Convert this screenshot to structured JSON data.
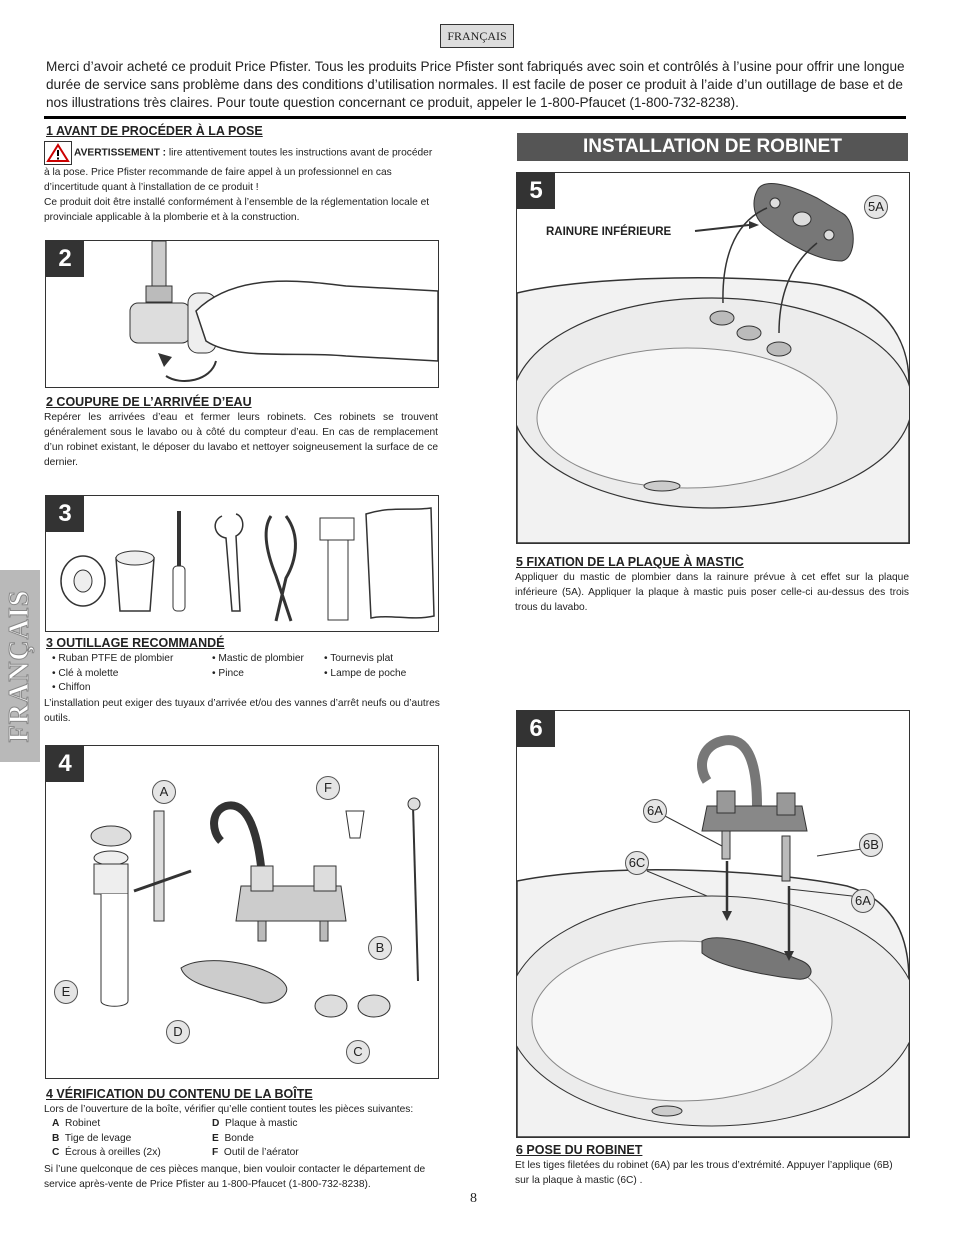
{
  "header": {
    "lang_tag": "FRANÇAIS",
    "intro": "Merci d’avoir acheté ce produit Price Pfister. Tous les produits Price Pfister sont fabriqués avec soin et contrôlés à l’usine pour offrir une longue durée de service sans problème dans des conditions d’utilisation normales. Il est facile de poser ce produit à l’aide d’un outillage de base et de nos illustrations très claires. Pour toute question concernant ce produit, appeler le 1-800-Pfaucet (1-800-732-8238)."
  },
  "side_tab": "FRANÇAIS",
  "section1": {
    "title": "1  AVANT DE PROCÉDER À LA POSE",
    "warning_label": "AVERTISSEMENT :",
    "warning_text": " lire attentivement toutes les instructions avant de procéder à la pose. Price Pfister recommande de faire appel à un professionnel en cas d’incertitude quant à l’installation de ce produit !",
    "code_text": "Ce produit doit être installé conformément à l’ensemble de la réglementation locale et provinciale applicable à la plomberie et à la construction."
  },
  "fig2": {
    "badge": "2"
  },
  "section2": {
    "title": "2  COUPURE DE L’ARRIVÉE D’EAU",
    "text": "Repérer les arrivées d’eau et fermer leurs robinets. Ces robinets se trouvent généralement sous le lavabo ou à côté du compteur d’eau. En cas de remplacement d’un robinet existant, le déposer du lavabo et nettoyer soigneusement la surface de ce dernier."
  },
  "fig3": {
    "badge": "3"
  },
  "section3": {
    "title": "3  OUTILLAGE RECOMMANDÉ",
    "tools": [
      "• Ruban PTFE de plombier",
      "• Mastic de plombier",
      "• Tournevis plat",
      "• Clé à molette",
      "• Pince",
      "• Lampe de poche",
      "• Chiffon"
    ],
    "note": "L’installation peut exiger des tuyaux d’arrivée et/ou des vannes d’arrêt neufs ou d’autres outils."
  },
  "fig4": {
    "badge": "4",
    "callouts": {
      "a": "A",
      "b": "B",
      "c": "C",
      "d": "D",
      "e": "E",
      "f": "F"
    }
  },
  "section4": {
    "title": "4  VÉRIFICATION DU CONTENU DE LA BOÎTE",
    "intro": "Lors de l’ouverture de la boîte, vérifier qu’elle contient toutes les pièces suivantes:",
    "parts": [
      {
        "key": "A",
        "name": "Robinet"
      },
      {
        "key": "D",
        "name": "Plaque à mastic"
      },
      {
        "key": "B",
        "name": "Tige de levage"
      },
      {
        "key": "E",
        "name": "Bonde"
      },
      {
        "key": "C",
        "name": "Écrous à oreilles (2x)"
      },
      {
        "key": "F",
        "name": "Outil de l’aérator"
      }
    ],
    "outro": "Si l’une quelconque de ces pièces manque, bien vouloir contacter le département de service après-vente de Price Pfister au 1-800-Pfaucet (1-800-732-8238)."
  },
  "robinet_header": "INSTALLATION DE ROBINET",
  "fig5": {
    "badge": "5",
    "rainure_label": "RAINURE INFÉRIEURE",
    "callout": "5A"
  },
  "section5": {
    "title": "5  FIXATION DE LA PLAQUE À MASTIC",
    "text": "Appliquer du mastic de plombier dans la rainure prévue à cet effet sur la plaque inférieure (5A). Appliquer la plaque à mastic puis poser celle-ci au-dessus des trois trous du lavabo."
  },
  "fig6": {
    "badge": "6",
    "callout_6a_top": "6A",
    "callout_6b": "6B",
    "callout_6c": "6C",
    "callout_6a_right": "6A"
  },
  "section6": {
    "title": "6  POSE DU ROBINET",
    "text": "Et les tiges filetées du robinet (6A) par les trous d’extrémité. Appuyer l’applique (6B) sur la plaque à mastic (6C) ."
  },
  "page_number": "8"
}
